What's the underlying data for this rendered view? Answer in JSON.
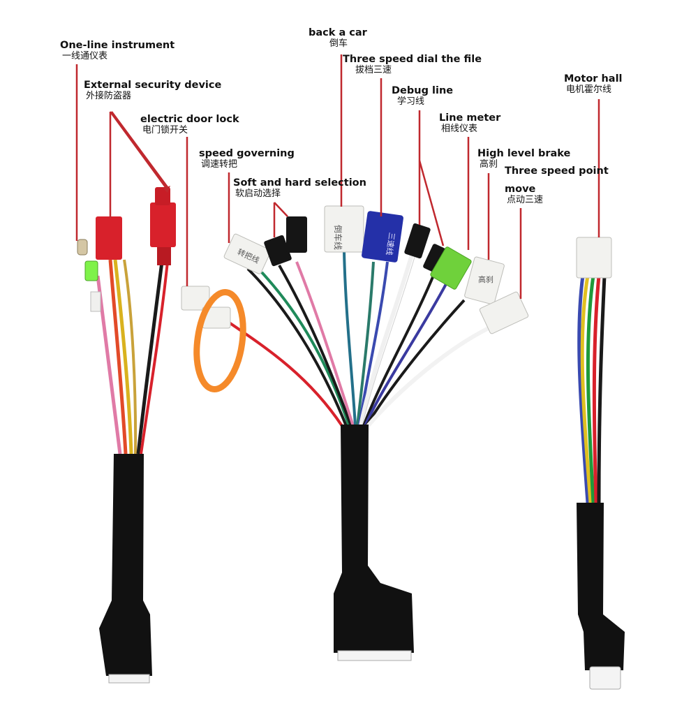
{
  "labels": {
    "one_line_instrument": {
      "en": "One-line instrument",
      "zh": "一线通仪表"
    },
    "external_security": {
      "en": "External security device",
      "zh": "外接防盗器"
    },
    "door_lock": {
      "en": "electric door lock",
      "zh": "电门锁开关"
    },
    "speed_governing": {
      "en": "speed governing",
      "zh": "调速转把"
    },
    "soft_hard": {
      "en": "Soft and hard selection",
      "zh": "软启动选择"
    },
    "back_a_car": {
      "en": "back a car",
      "zh": "倒车"
    },
    "three_speed_dial": {
      "en": "Three speed dial the file",
      "zh": "拔档三速"
    },
    "debug_line": {
      "en": "Debug line",
      "zh": "学习线"
    },
    "line_meter": {
      "en": "Line meter",
      "zh": "相线仪表"
    },
    "high_level_brake": {
      "en": "High level brake",
      "zh": "高刹"
    },
    "three_speed_point": {
      "en": "Three speed point",
      "zh": ""
    },
    "move": {
      "en": "move",
      "zh": "点动三速"
    },
    "motor_hall": {
      "en": "Motor hall",
      "zh": "电机霍尔线"
    }
  },
  "connector_tags": {
    "speed_handle": "转把线",
    "reverse": "倒车线",
    "three_speed": "三速线",
    "high_brake": "高刹"
  },
  "colors": {
    "leader_line": "#c0282e",
    "highlight_circle": "#f58a2a",
    "sleeve": "#111111",
    "connector_white": "#f2f2ef",
    "connector_red": "#d8212b",
    "connector_blue": "#2430a8",
    "connector_green": "#6fd13b"
  }
}
